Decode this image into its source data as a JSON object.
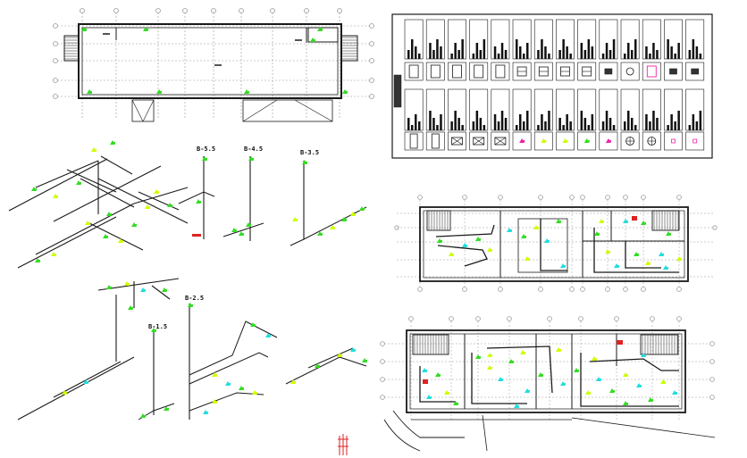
{
  "riser_labels": {
    "b55": "B-5.5",
    "b45": "B-4.5",
    "b35": "B-3.5",
    "b25": "B-2.5",
    "b15": "B-1.5"
  },
  "colors": {
    "line": "#1a1a1a",
    "grid": "#9a9a9a",
    "fixture_green": "#33dd22",
    "fixture_lime": "#ccff00",
    "fixture_cyan": "#22dddd",
    "fixture_magenta": "#ee22aa",
    "accent_red": "#dd2222"
  }
}
